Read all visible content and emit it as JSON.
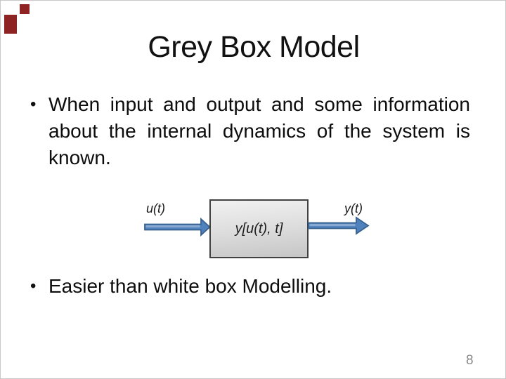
{
  "slide": {
    "title": "Grey Box Model",
    "bullet1": {
      "marker": "•",
      "lines": [
        "When input and output and some information",
        "about the internal dynamics of the system is",
        "known."
      ]
    },
    "bullet2": {
      "marker": "•",
      "text": "Easier than white box Modelling."
    },
    "page_number": "8"
  },
  "diagram": {
    "input_label": "u(t)",
    "output_label": "y(t)",
    "box_label": "y[u(t), t]"
  },
  "colors": {
    "accent_red": "#8e2323",
    "arrow_fill": "#4f81bd",
    "arrow_border": "#38618f",
    "box_border": "#414141",
    "box_fill_top": "#f1f1f1",
    "box_fill_bottom": "#c6c6c6",
    "text_color": "#0d0d0d",
    "page_number_grey": "#8a8a8a"
  }
}
